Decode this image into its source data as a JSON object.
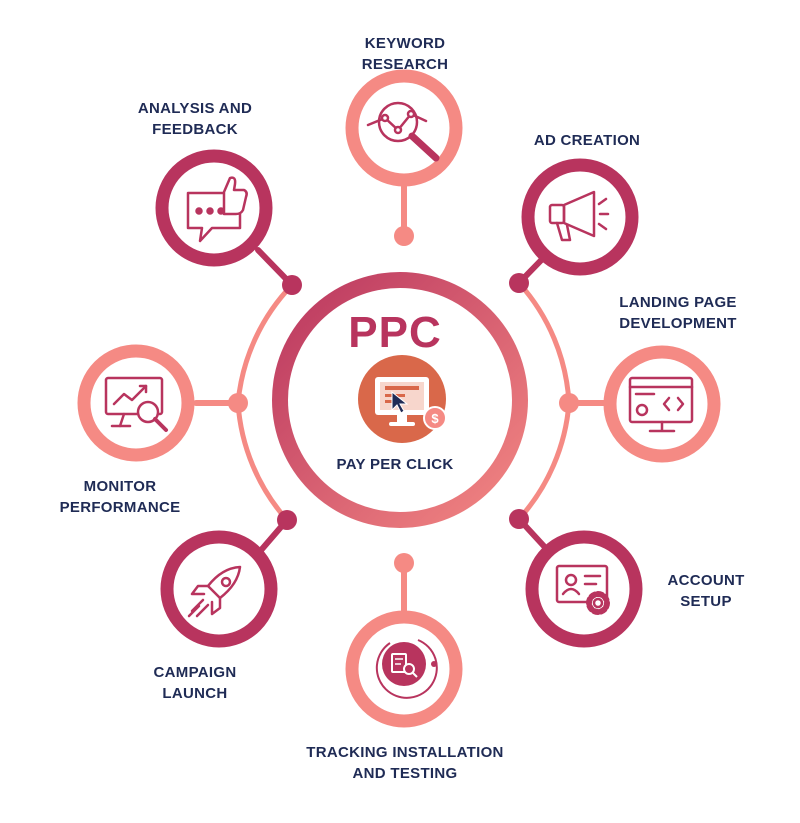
{
  "hub": {
    "title": "PPC",
    "subtitle": "PAY PER CLICK",
    "icon": "pay-per-click-monitor-icon"
  },
  "colors": {
    "dark": "#b8345e",
    "light": "#f58a84",
    "navy": "#1f2b55",
    "hub_icon_bg": "#d9684a"
  },
  "steps": [
    {
      "id": "keyword-research",
      "line1": "KEYWORD",
      "line2": "RESEARCH",
      "icon": "magnifier-chart-icon"
    },
    {
      "id": "ad-creation",
      "line1": "AD CREATION",
      "line2": "",
      "icon": "megaphone-icon"
    },
    {
      "id": "landing-page-development",
      "line1": "LANDING PAGE",
      "line2": "DEVELOPMENT",
      "icon": "code-monitor-icon"
    },
    {
      "id": "account-setup",
      "line1": "ACCOUNT",
      "line2": "SETUP",
      "icon": "id-card-gear-icon"
    },
    {
      "id": "tracking-installation",
      "line1": "TRACKING INSTALLATION",
      "line2": "AND TESTING",
      "icon": "tracking-search-icon"
    },
    {
      "id": "campaign-launch",
      "line1": "CAMPAIGN",
      "line2": "LAUNCH",
      "icon": "rocket-icon"
    },
    {
      "id": "monitor-performance",
      "line1": "MONITOR",
      "line2": "PERFORMANCE",
      "icon": "chart-magnifier-icon"
    },
    {
      "id": "analysis-feedback",
      "line1": "ANALYSIS AND",
      "line2": "FEEDBACK",
      "icon": "thumbs-up-chat-icon"
    }
  ]
}
